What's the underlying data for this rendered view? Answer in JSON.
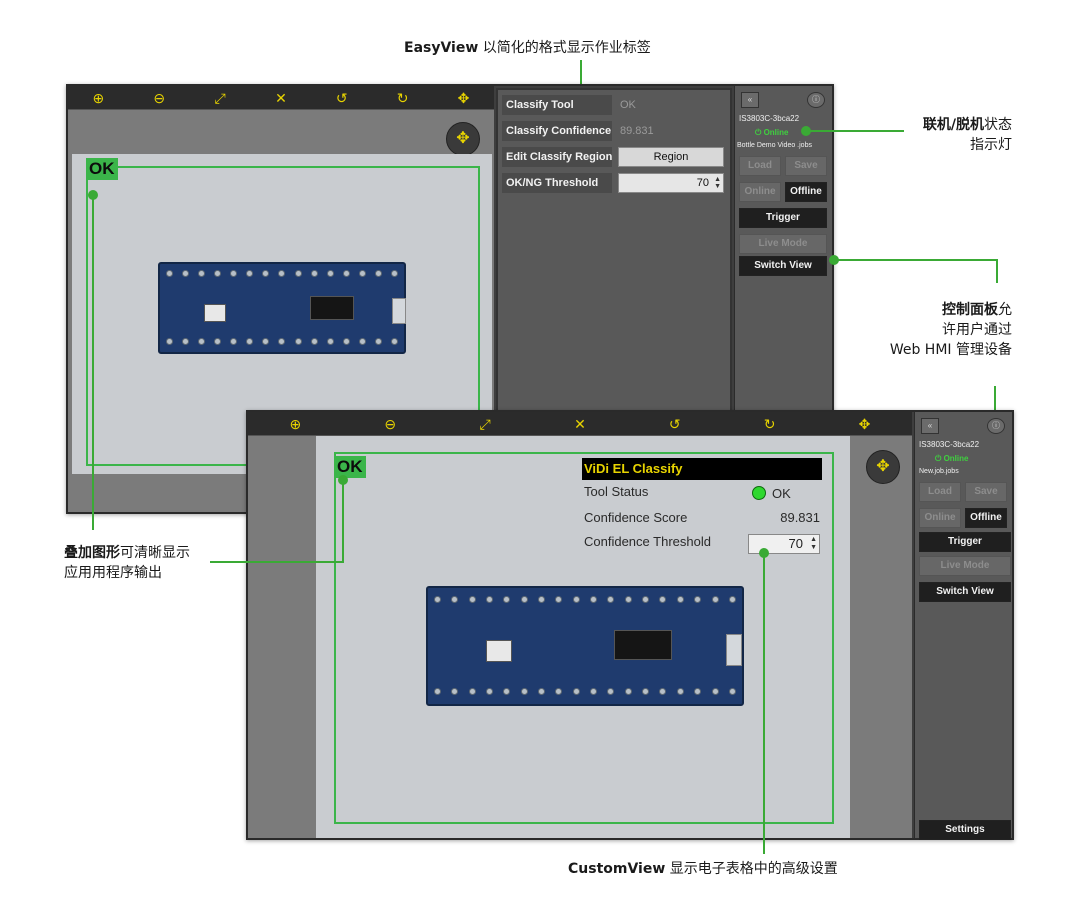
{
  "callouts": {
    "easyview": {
      "bold": "EasyView",
      "text": " 以简化的格式显示作业标签"
    },
    "online": {
      "bold1": "联机",
      "sep": "/",
      "bold2": "脱机",
      "text": "状态",
      "line2": "指示灯"
    },
    "control": {
      "bold": "控制面板",
      "text": "允",
      "line2": "许用户通过",
      "line3": "Web HMI 管理设备"
    },
    "overlay": {
      "bold": "叠加图形",
      "text": "可清晰显示",
      "line2": "应用用程序输出"
    },
    "customview": {
      "bold": "CustomView",
      "text": " 显示电子表格中的高级设置"
    }
  },
  "toolbar_icons": [
    "zoom-in",
    "zoom-out",
    "fit-diagonal",
    "expand",
    "rotate-ccw",
    "rotate-cw",
    "pan"
  ],
  "toolbar_glyphs": [
    "⊕",
    "⊖",
    "⤢",
    "✕",
    "↺",
    "↻",
    "✥"
  ],
  "nav_glyph": "✥",
  "easyview": {
    "ok_label": "OK",
    "props": [
      {
        "label": "Classify Tool",
        "value": "OK"
      },
      {
        "label": "Classify Confidence",
        "value": "89.831"
      },
      {
        "label": "Edit Classify Region",
        "button": "Region"
      },
      {
        "label": "OK/NG Threshold",
        "spin": "70"
      }
    ],
    "side": {
      "device": "IS3803C-3bca22",
      "status": "Online",
      "job": "Bottle Demo Video .jobs",
      "load": "Load",
      "save": "Save",
      "online_btn": "Online",
      "offline_btn": "Offline",
      "trigger": "Trigger",
      "live": "Live Mode",
      "switch": "Switch View"
    }
  },
  "customview": {
    "ok_label": "OK",
    "title": "ViDi EL Classify",
    "rows": [
      {
        "label": "Tool Status",
        "value": "OK"
      },
      {
        "label": "Confidence Score",
        "value": "89.831"
      },
      {
        "label": "Confidence Threshold",
        "value": "70"
      }
    ],
    "side": {
      "device": "IS3803C-3bca22",
      "status": "Online",
      "job": "New.job.jobs",
      "load": "Load",
      "save": "Save",
      "online_btn": "Online",
      "offline_btn": "Offline",
      "trigger": "Trigger",
      "live": "Live Mode",
      "switch": "Switch View",
      "settings": "Settings"
    }
  },
  "colors": {
    "accent": "#3aaa35",
    "toolbar_icon": "#e8d400",
    "online": "#3fd03f"
  }
}
